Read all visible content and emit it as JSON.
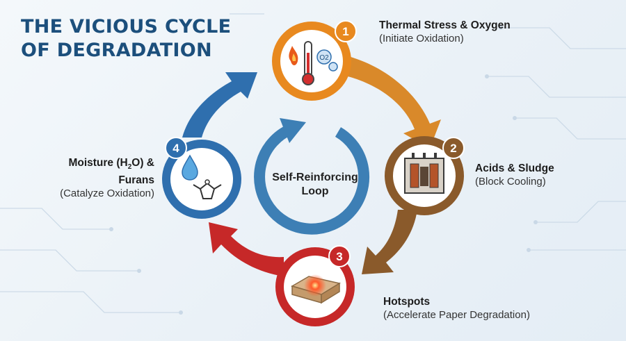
{
  "title": {
    "line1": "THE VICIOUS CYCLE",
    "line2": "OF DEGRADATION"
  },
  "center": {
    "line1": "Self-Reinforcing",
    "line2": "Loop"
  },
  "steps": [
    {
      "number": "1",
      "heading": "Thermal Stress & Oxygen",
      "detail": "(Initiate Oxidation)",
      "icon": "thermometer-flame-oxygen-icon",
      "color": "#e8891f",
      "o2_label": "O2"
    },
    {
      "number": "2",
      "heading": "Acids & Sludge",
      "detail": "(Block Cooling)",
      "icon": "transformer-core-icon",
      "color": "#8a5a2b"
    },
    {
      "number": "3",
      "heading": "Hotspots",
      "detail": "(Accelerate Paper Degradation)",
      "icon": "hotspot-icon",
      "color": "#c62828"
    },
    {
      "number": "4",
      "heading_line1": "Moisture (H",
      "heading_sub": "2",
      "heading_rest": "O) &",
      "heading_line2": "Furans",
      "detail": "(Catalyze Oxidation)",
      "icon": "water-drop-furan-icon",
      "color": "#2f6fae"
    }
  ],
  "colors": {
    "title": "#1c4f7c",
    "center_arrow": "#3d7fb5"
  }
}
